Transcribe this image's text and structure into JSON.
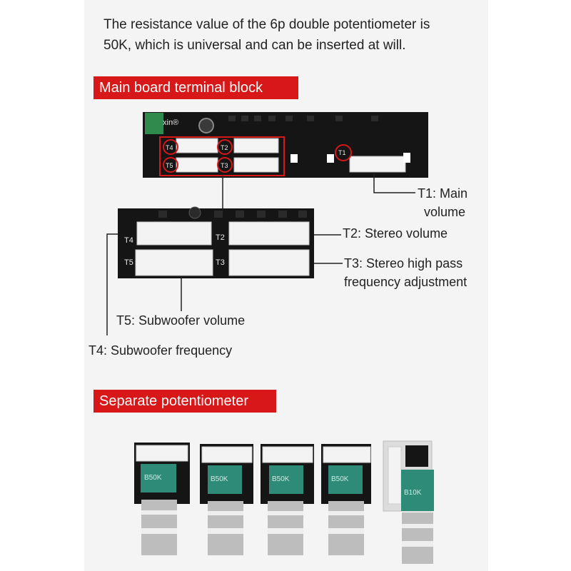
{
  "intro": {
    "line1": "The resistance value of the 6p double potentiometer is",
    "line2": "50K, which is universal and can be inserted at will."
  },
  "sections": {
    "main_board": "Main board terminal block",
    "separate": "Separate potentiometer"
  },
  "board_labels": {
    "t1": "T1",
    "t2": "T2",
    "t3": "T3",
    "t4": "T4",
    "t5": "T5"
  },
  "callouts": {
    "t1_line1": "T1: Main",
    "t1_line2": "volume",
    "t2": "T2: Stereo volume",
    "t3_line1": "T3: Stereo high pass",
    "t3_line2": "frequency adjustment",
    "t5": "T5: Subwoofer volume",
    "t4": "T4: Subwoofer frequency"
  },
  "potentiometers": [
    {
      "value": "B50K"
    },
    {
      "value": "B50K"
    },
    {
      "value": "B50K"
    },
    {
      "value": "B50K"
    },
    {
      "value": "B10K"
    }
  ],
  "colors": {
    "accent_red": "#d71718",
    "pcb_black": "#151515",
    "pot_green": "#2e8b77"
  }
}
